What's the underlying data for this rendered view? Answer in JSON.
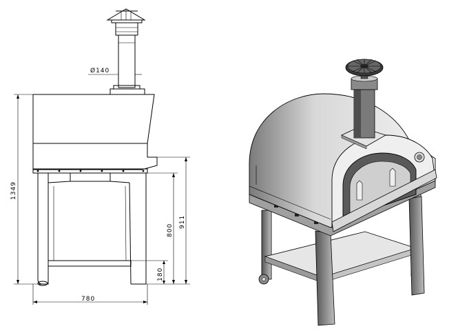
{
  "dimensions": {
    "chimney_diameter": "Ø140",
    "total_height": "1349",
    "base_height": "911",
    "stand_height": "800",
    "shelf_height": "180",
    "width": "780"
  },
  "colors": {
    "line": "#000000",
    "oven_light": "#f0f0f0",
    "oven_mid": "#c8c8c8",
    "oven_dark": "#6a6a6a"
  }
}
